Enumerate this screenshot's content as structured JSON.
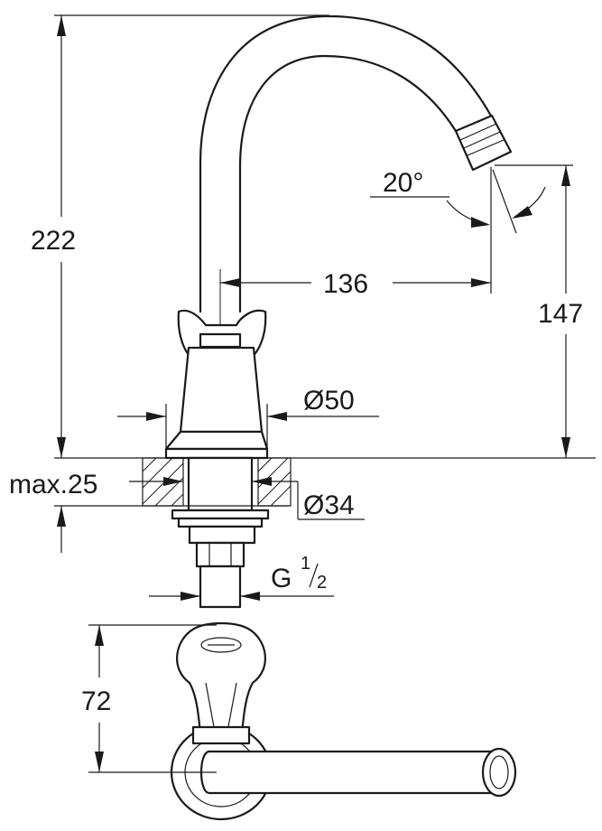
{
  "dimensions": {
    "height_total": "222",
    "spout_reach": "136",
    "spout_height": "147",
    "spray_angle": "20°",
    "body_diameter": "Ø50",
    "max_thickness": "max.25",
    "hole_diameter": "Ø34",
    "thread": {
      "main": "G",
      "sup": "1",
      "sub": "2"
    },
    "handle_depth": "72"
  },
  "colors": {
    "line": "#1a1a1a",
    "background": "#ffffff"
  }
}
